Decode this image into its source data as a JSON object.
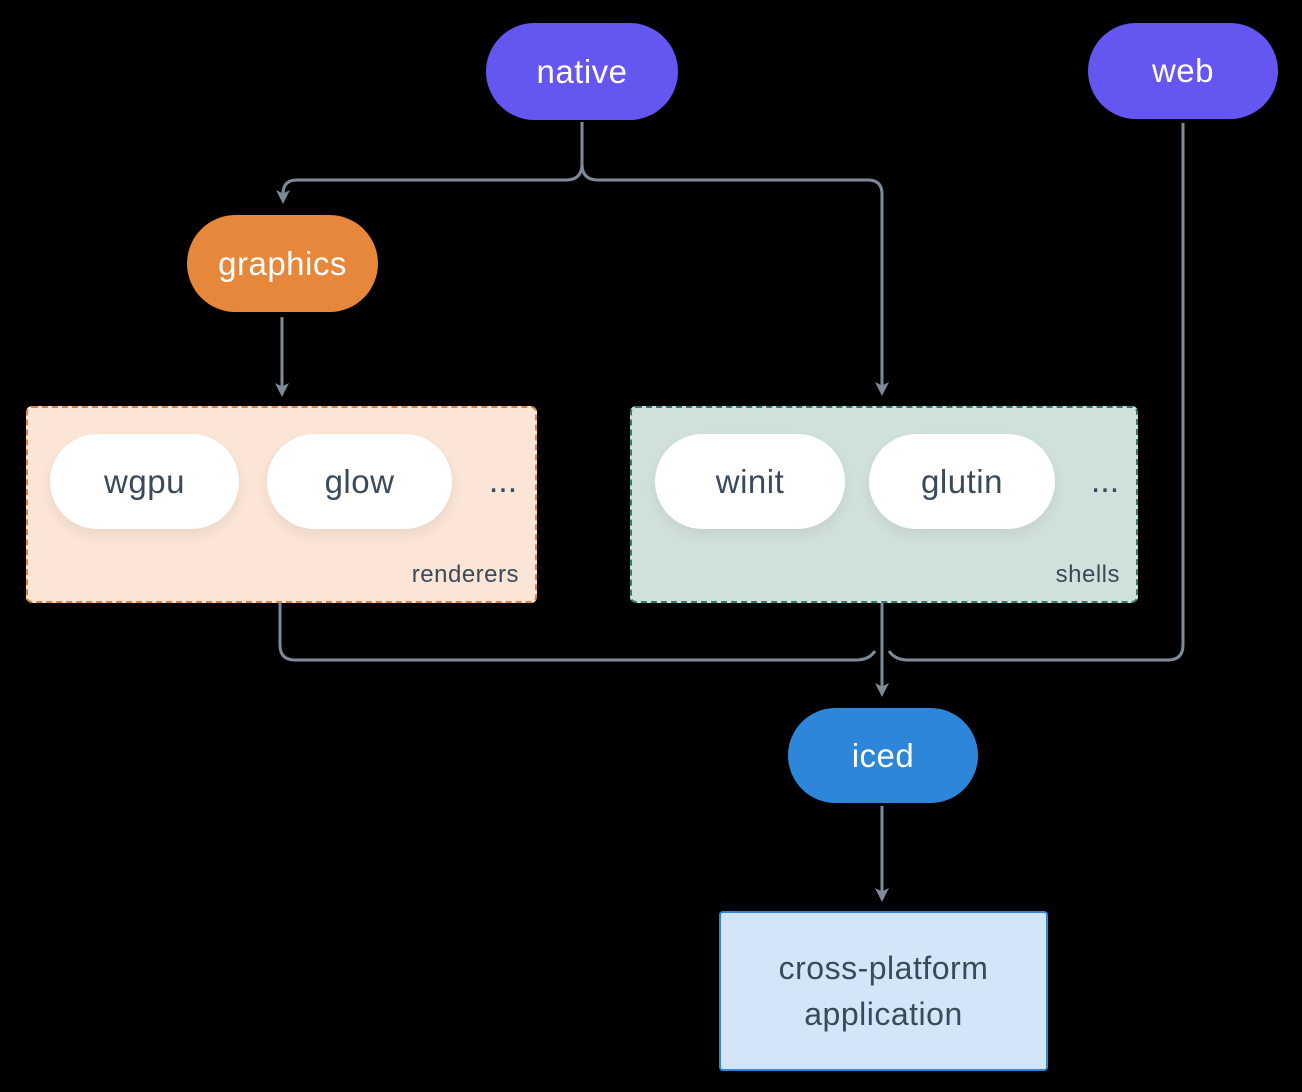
{
  "diagram": {
    "title_hint": "iced ecosystem architecture diagram",
    "nodes": {
      "native": {
        "label": "native"
      },
      "web": {
        "label": "web"
      },
      "graphics": {
        "label": "graphics"
      },
      "iced": {
        "label": "iced"
      },
      "application": {
        "label": "cross-platform application"
      }
    },
    "groups": {
      "renderers": {
        "label": "renderers",
        "items": [
          "wgpu",
          "glow"
        ],
        "ellipsis": "..."
      },
      "shells": {
        "label": "shells",
        "items": [
          "winit",
          "glutin"
        ],
        "ellipsis": "..."
      }
    },
    "edges": [
      "native -> graphics",
      "native -> shells",
      "graphics -> renderers",
      "renderers -> iced",
      "shells -> iced",
      "web -> iced",
      "iced -> application"
    ]
  },
  "colors": {
    "background": "#000000",
    "node_purple": "#6456F0",
    "node_orange": "#E6873C",
    "node_blue": "#2E86DA",
    "inner_pill_fill": "#FFFFFF",
    "renderers_fill": "#FAE5D6",
    "renderers_border": "#DC8441",
    "shells_fill": "#D0E1DB",
    "shells_border": "#2E7D6F",
    "app_fill": "#D4E5F7",
    "app_border": "#2E86DE",
    "connector": "#7E8A97",
    "text_dark": "#3B4A5A",
    "text_light": "#FFFFFF"
  }
}
